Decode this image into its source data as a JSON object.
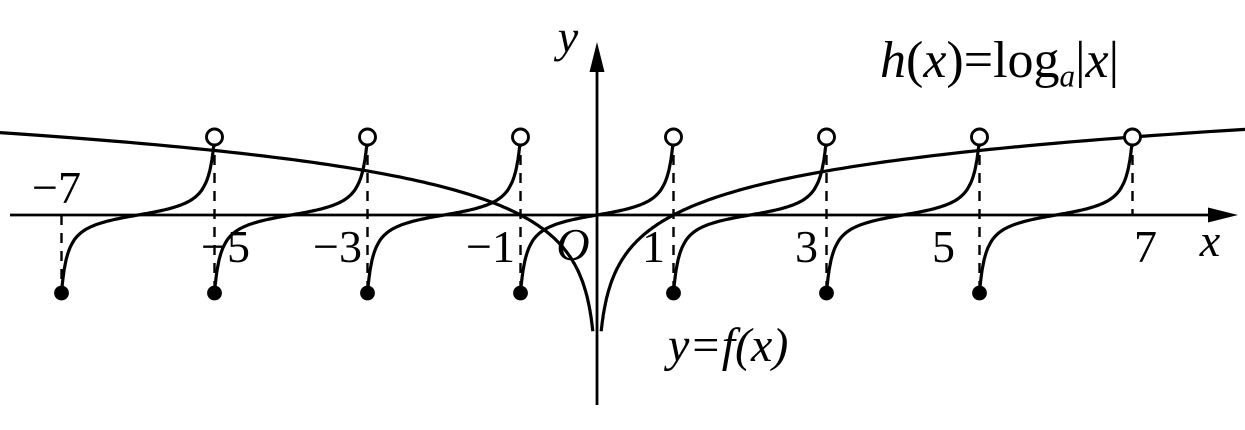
{
  "figure": {
    "background": "#ffffff",
    "ink": "#000000",
    "y_axis_label": "y",
    "x_axis_label": "x",
    "origin_label": "O",
    "f_curve_label": "y=f(x)",
    "h_curve_label_parts": [
      {
        "text": "h",
        "italic": true
      },
      {
        "text": "(",
        "italic": false
      },
      {
        "text": "x",
        "italic": true
      },
      {
        "text": ")=log",
        "italic": false
      },
      {
        "text": "a",
        "italic": true,
        "subscript": true
      },
      {
        "text": "|",
        "italic": false
      },
      {
        "text": "x",
        "italic": true
      },
      {
        "text": "|",
        "italic": false
      }
    ]
  },
  "chart_data": {
    "type": "line",
    "title": "",
    "xlabel": "x",
    "ylabel": "y",
    "x_range": [
      -7.8,
      8.5
    ],
    "y_range": [
      -2.5,
      2.2
    ],
    "grid": false,
    "x_ticks": [
      {
        "value": -7,
        "label": "−7"
      },
      {
        "value": -5,
        "label": "−5"
      },
      {
        "value": -3,
        "label": "−3"
      },
      {
        "value": -1,
        "label": "−1"
      },
      {
        "value": 1,
        "label": "1"
      },
      {
        "value": 3,
        "label": "3"
      },
      {
        "value": 5,
        "label": "5"
      },
      {
        "value": 7,
        "label": "7"
      }
    ],
    "series": [
      {
        "name": "y=f(x)",
        "kind": "piecewise_periodic",
        "period": 2,
        "piece_centers": [
          -6,
          -4,
          -2,
          0,
          2,
          4,
          6
        ],
        "shape": "on each interval [c-1, c+1): rises from closed point (c-1,-1) to open point (c+1,1), steep near both endpoints, crosses axis at c",
        "steepness": 1.45,
        "closed_points": [
          [
            -7,
            -1
          ],
          [
            -5,
            -1
          ],
          [
            -3,
            -1
          ],
          [
            -1,
            -1
          ],
          [
            1,
            -1
          ],
          [
            3,
            -1
          ],
          [
            5,
            -1
          ]
        ],
        "open_points": [
          [
            -5,
            1
          ],
          [
            -3,
            1
          ],
          [
            -1,
            1
          ],
          [
            1,
            1
          ],
          [
            3,
            1
          ],
          [
            5,
            1
          ],
          [
            7,
            1
          ]
        ]
      },
      {
        "name": "h(x)=log_a|x|",
        "kind": "log_abs",
        "base": 7,
        "points_through": [
          [
            -7,
            1
          ],
          [
            -1,
            0
          ],
          [
            1,
            0
          ],
          [
            7,
            1
          ]
        ],
        "x_min_abs": 0.055,
        "branch_max_abs": [
          7.85,
          8.5
        ]
      }
    ],
    "dashed_guides": [
      {
        "x": -7,
        "y_top": 0,
        "y_bottom": -1
      },
      {
        "x": -5,
        "y_top": 1,
        "y_bottom": -1
      },
      {
        "x": -3,
        "y_top": 1,
        "y_bottom": -1
      },
      {
        "x": -1,
        "y_top": 1,
        "y_bottom": -1
      },
      {
        "x": 1,
        "y_top": 1,
        "y_bottom": -1
      },
      {
        "x": 3,
        "y_top": 1,
        "y_bottom": -1
      },
      {
        "x": 5,
        "y_top": 1,
        "y_bottom": -1
      },
      {
        "x": 7,
        "y_top": 1,
        "y_bottom": 0
      }
    ]
  }
}
